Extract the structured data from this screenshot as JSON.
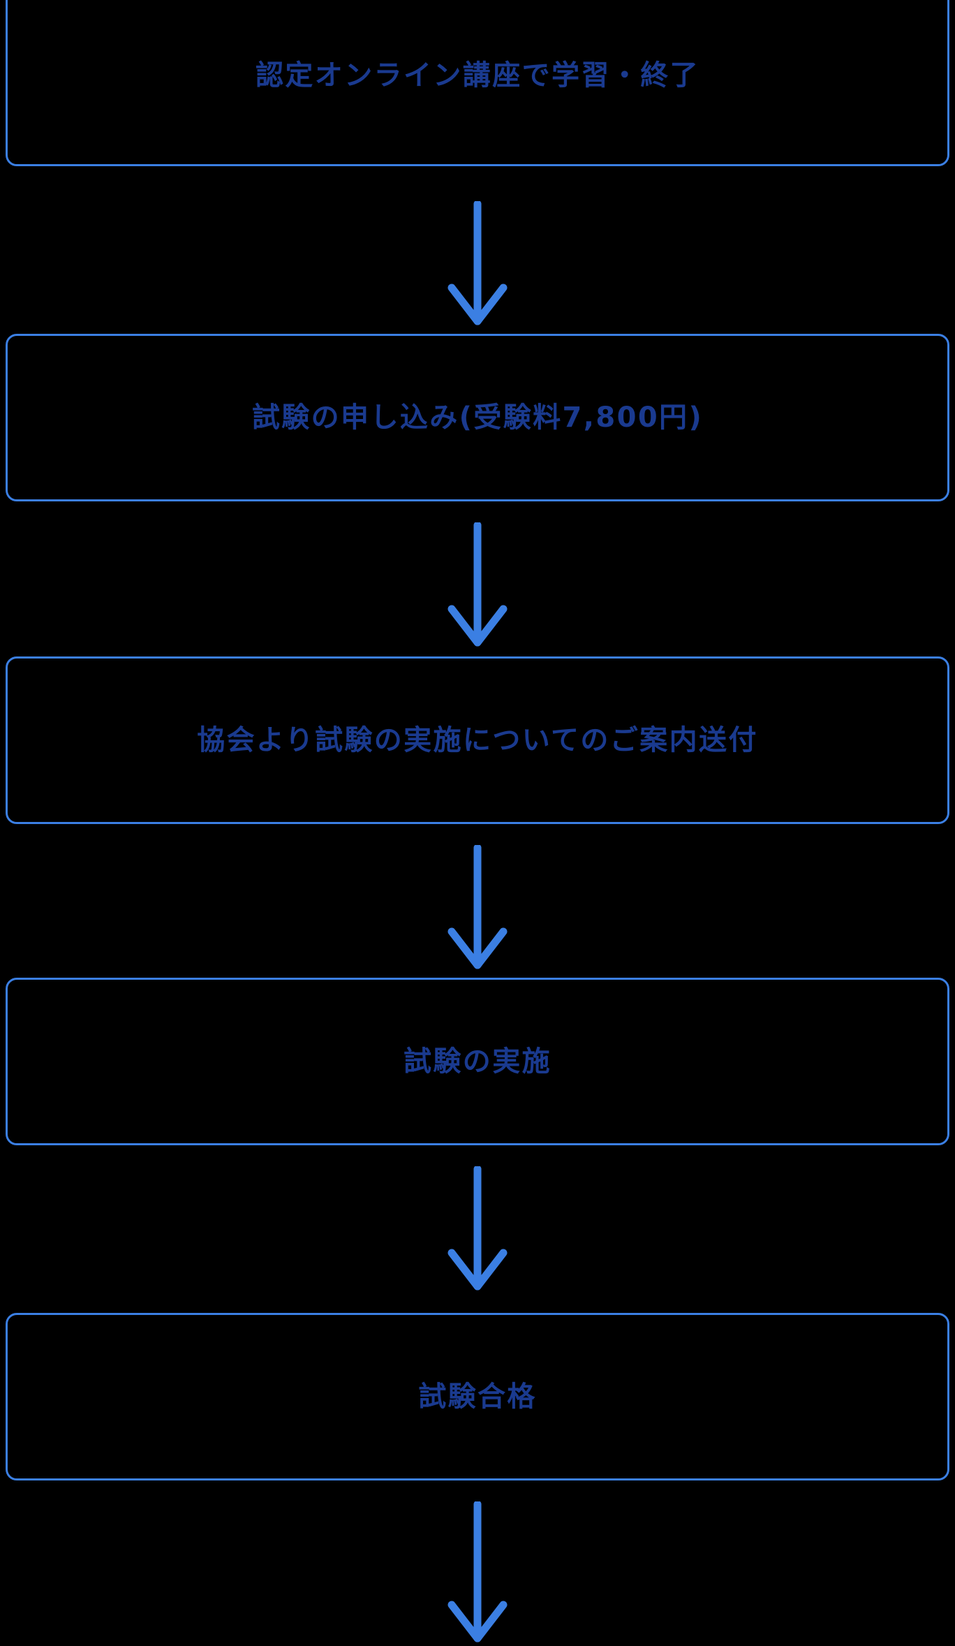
{
  "diagram": {
    "title": "",
    "type": "vertical-flowchart",
    "orientation": "top-to-bottom",
    "colors": {
      "background": "#000000",
      "box_border": "#3b7fe3",
      "arrow": "#3b7fe3",
      "label_text": "#1a3a8f"
    },
    "steps": [
      {
        "id": "step-1",
        "label": "認定オンライン講座で学習・終了"
      },
      {
        "id": "step-2",
        "label": "試験の申し込み(受験料7,800円)"
      },
      {
        "id": "step-3",
        "label": "協会より試験の実施についてのご案内送付"
      },
      {
        "id": "step-4",
        "label": "試験の実施"
      },
      {
        "id": "step-5",
        "label": "試験合格"
      }
    ],
    "connectors": [
      {
        "id": "arrow-1",
        "from": "step-1",
        "to": "step-2",
        "glyph": "down-arrow"
      },
      {
        "id": "arrow-2",
        "from": "step-2",
        "to": "step-3",
        "glyph": "down-arrow"
      },
      {
        "id": "arrow-3",
        "from": "step-3",
        "to": "step-4",
        "glyph": "down-arrow"
      },
      {
        "id": "arrow-4",
        "from": "step-4",
        "to": "step-5",
        "glyph": "down-arrow"
      },
      {
        "id": "arrow-5",
        "from": "step-5",
        "to": "",
        "glyph": "down-arrow"
      }
    ]
  }
}
